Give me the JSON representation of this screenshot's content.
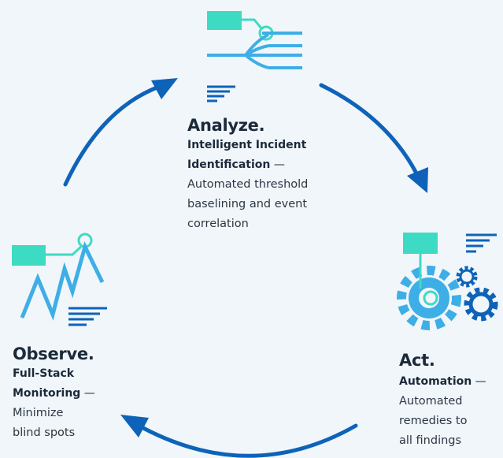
{
  "colors": {
    "background": "#f1f6fa",
    "teal": "#3ddbc3",
    "sky_blue": "#3eaee6",
    "arrow_blue": "#0e63b8",
    "text": "#1b2a3a"
  },
  "stages": {
    "analyze": {
      "title": "Analyze.",
      "subtitle_line1": "Intelligent Incident",
      "subtitle_line2": "Identification",
      "dash": " —",
      "desc_lines": [
        "Automated threshold",
        "baselining and event",
        "correlation"
      ],
      "icon": "branching-flow-icon"
    },
    "act": {
      "title": "Act.",
      "subtitle_line1": "Automation",
      "dash": " —",
      "desc_lines": [
        "Automated",
        "remedies to",
        "all findings"
      ],
      "icon": "gears-icon"
    },
    "observe": {
      "title": "Observe.",
      "subtitle_line1": "Full-Stack",
      "subtitle_line2": "Monitoring",
      "dash": " —",
      "desc_lines": [
        "Minimize",
        "blind spots"
      ],
      "icon": "line-chart-icon"
    }
  }
}
